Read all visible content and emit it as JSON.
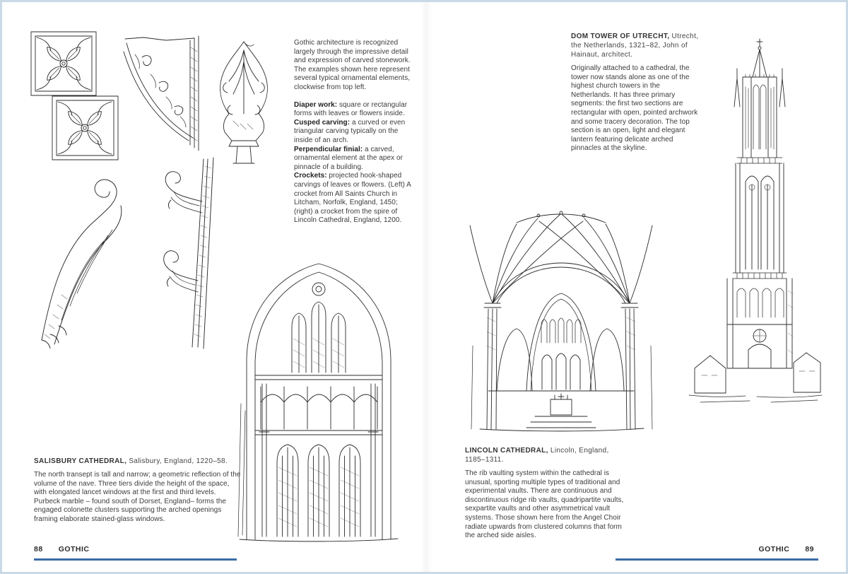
{
  "colors": {
    "accent_blue": "#3a6da6",
    "ink": "#2b2b2b",
    "paper": "#ffffff"
  },
  "illustrations": [
    "diaper-work-panels",
    "cusped-carving",
    "perpendicular-finial",
    "crocket-litcham",
    "crocket-lincoln-spire",
    "salisbury-north-transept",
    "lincoln-angel-choir-vaults",
    "dom-tower-utrecht"
  ],
  "page_left": {
    "intro": "Gothic architecture is recognized largely through the impressive detail and expression of carved stonework. The examples shown here represent several typical ornamental elements, clockwise from top left.",
    "terms": [
      {
        "term": "Diaper work:",
        "text": " square or rectangular forms with leaves or flowers inside."
      },
      {
        "term": "Cusped carving:",
        "text": " a curved or even triangular carving typically on the inside of an arch."
      },
      {
        "term": "Perpendicular finial:",
        "text": " a carved, ornamental element at the apex or pinnacle of a building."
      },
      {
        "term": "Crockets:",
        "text": " projected hook-shaped carvings of leaves or flowers. (Left) A crocket from All Saints Church in Litcham, Norfolk, England, 1450; (right) a crocket from the spire of Lincoln Cathedral, England, 1200."
      }
    ],
    "caption_title_strong": "SALISBURY CATHEDRAL,",
    "caption_title_rest": " Salisbury, England, 1220–58.",
    "caption_body": "The north transept is tall and narrow; a geometric reflection of the volume of the nave. Three tiers divide the height of the space, with elongated lancet windows at the first and third levels. Purbeck marble – found south of Dorset, England– forms the engaged colonette clusters supporting the arched openings framing elaborate stained-glass windows.",
    "footer_page": "88",
    "footer_label": "GOTHIC"
  },
  "page_right": {
    "caption_top_title_strong": "DOM TOWER OF UTRECHT,",
    "caption_top_title_rest": " Utrecht, the Netherlands, 1321–82, John of Hainaut, architect.",
    "caption_top_body": "Originally attached to a cathedral, the tower now stands alone as one of the highest church towers in the Netherlands. It has three primary segments: the first two sections are rectangular with open, pointed archwork and some tracery decoration. The top section is an open, light and elegant lantern featuring delicate arched pinnacles at the skyline.",
    "caption_bottom_title_strong": "LINCOLN CATHEDRAL,",
    "caption_bottom_title_rest": " Lincoln, England, 1185–1311.",
    "caption_bottom_body": "The rib vaulting system within the cathedral is unusual, sporting multiple types of traditional and experimental vaults. There are continuous and discontinuous ridge rib vaults, quadripartite vaults, sexpartite vaults and other asymmetrical vault systems. Those shown here from the Angel Choir radiate upwards from clustered columns that form the arched side aisles.",
    "footer_label": "GOTHIC",
    "footer_page": "89"
  }
}
